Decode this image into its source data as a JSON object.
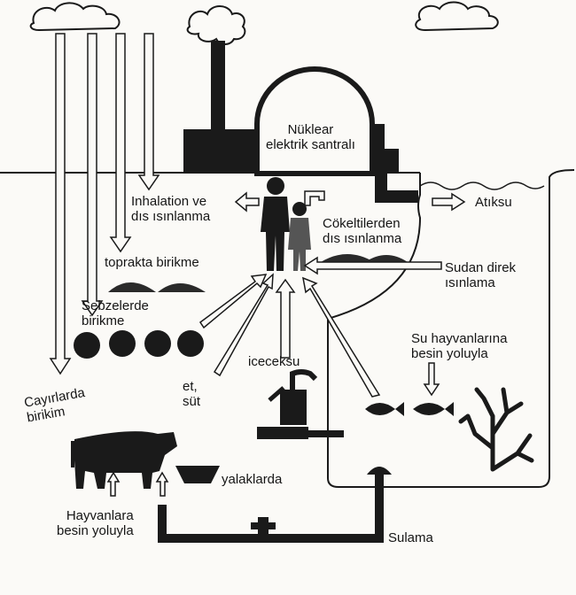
{
  "labels": {
    "plant": "Nüklear\nelektrik santralı",
    "inhalation": "Inhalation ve\ndıs ısınlanma",
    "sediment": "Cökeltilerden\ndıs ısınlanma",
    "wastewater": "Atıksu",
    "soil": "toprakta birikme",
    "vegetables": "Sebzelerde\nbirikme",
    "water_direct": "Sudan direk\nısınlama",
    "aquatic": "Su hayvanlarına\nbesin yoluyla",
    "meat_milk": "et,\nsüt",
    "drinking": "iceceksu",
    "pasture": "Cayırlarda\nbirikim",
    "troughs": "yalaklarda",
    "animal_feed": "Hayvanlara\nbesin yoluyla",
    "irrigation": "Sulama"
  },
  "colors": {
    "ink": "#1a1a1a",
    "paper": "#fbfaf7"
  }
}
